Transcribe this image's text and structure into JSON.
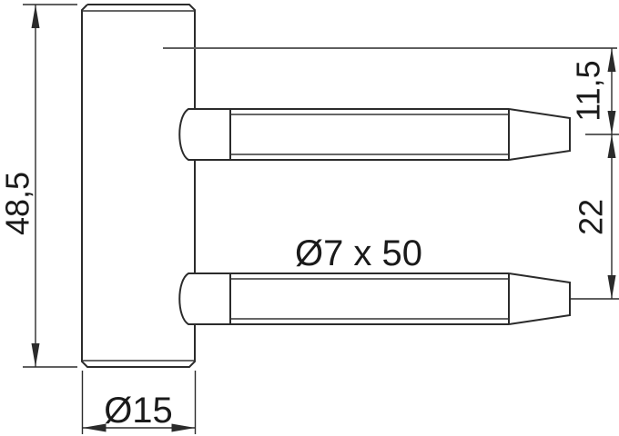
{
  "drawing": {
    "view": "side-view-technical-drawing",
    "labels": {
      "height": "48,5",
      "pin_offset": "11,5",
      "pin_spacing": "22",
      "pin_spec": "Ø7 x 50",
      "diameter": "Ø15"
    },
    "colors": {
      "background": "#ffffff",
      "outline": "#2b2b2b",
      "reference_line": "#5f5f5f",
      "text": "#1a1a1a"
    }
  }
}
